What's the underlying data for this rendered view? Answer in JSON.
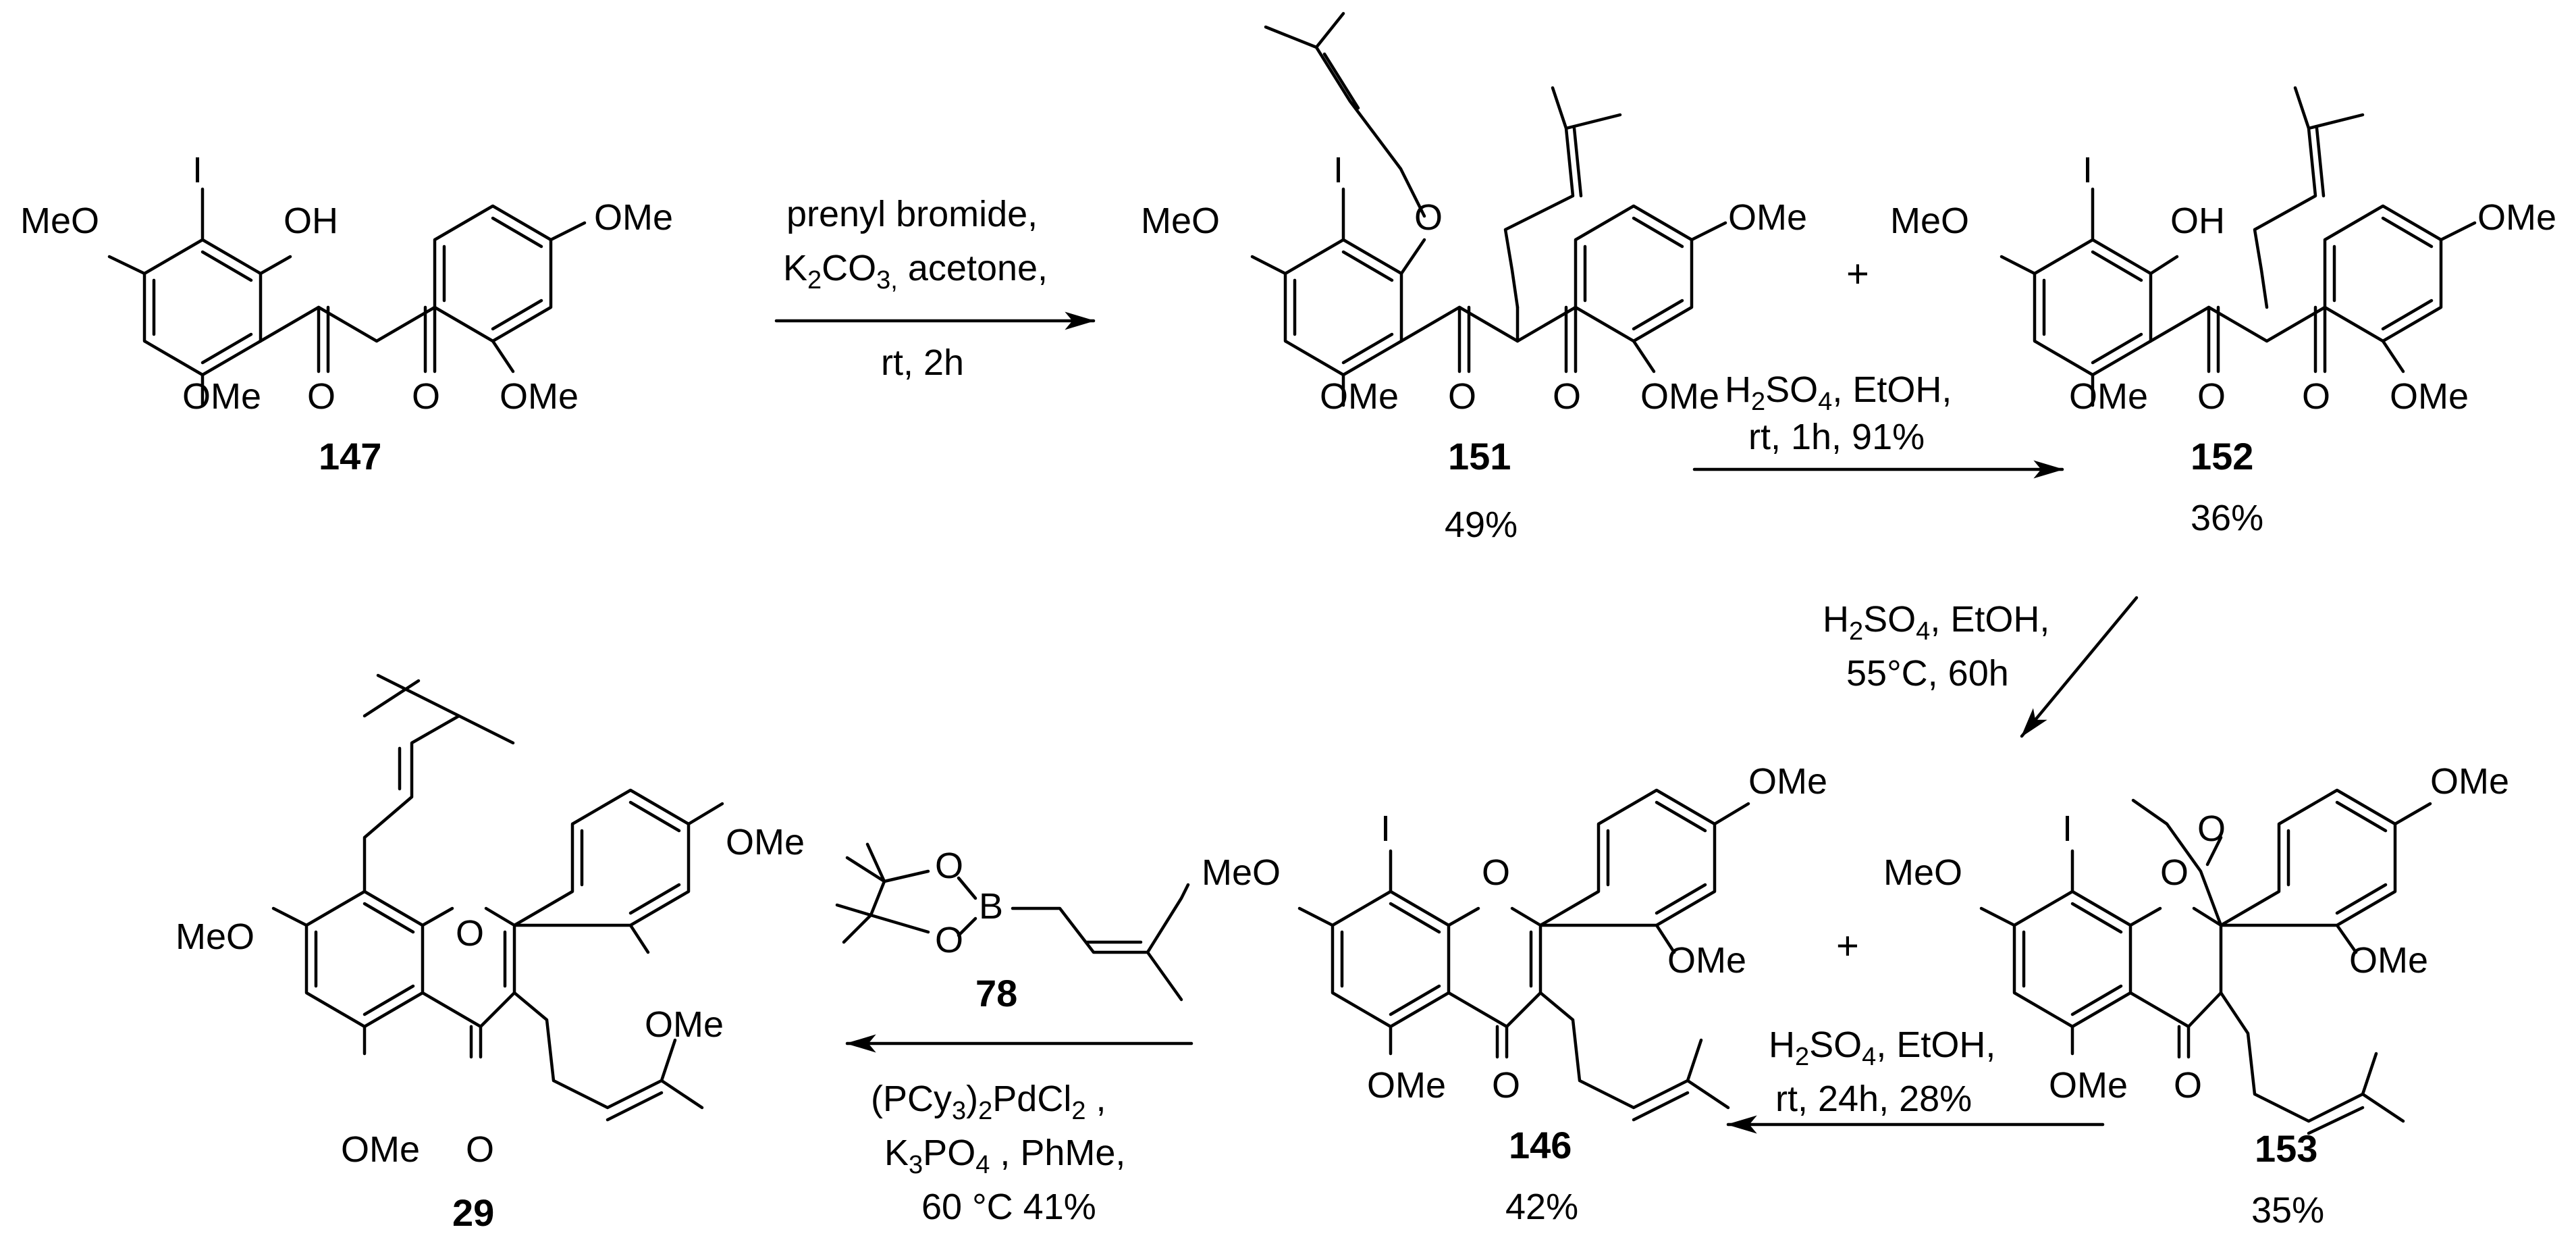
{
  "compounds": [
    {
      "id": "147",
      "yield": ""
    },
    {
      "id": "151",
      "yield": "49%"
    },
    {
      "id": "152",
      "yield": "36%"
    },
    {
      "id": "153",
      "yield": "35%"
    },
    {
      "id": "146",
      "yield": "42%"
    },
    {
      "id": "78",
      "yield": ""
    },
    {
      "id": "29",
      "yield": ""
    }
  ],
  "atoms": {
    "meo": "MeO",
    "ome": "OMe",
    "oh": "OH",
    "o": "O",
    "i": "I",
    "b": "B"
  },
  "plus": "+",
  "conditions": {
    "step1": {
      "line1": "prenyl bromide,",
      "line2_a": "K",
      "line2_sub1": "2",
      "line2_b": "CO",
      "line2_sub2": "3,",
      "line2_c": " acetone,",
      "line3": "rt, 2h"
    },
    "step2": {
      "line1_a": "H",
      "line1_sub1": "2",
      "line1_b": "SO",
      "line1_sub2": "4",
      "line1_c": ", EtOH,",
      "line2": "rt, 1h, 91%"
    },
    "step3": {
      "line1_a": "H",
      "line1_sub1": "2",
      "line1_b": "SO",
      "line1_sub2": "4",
      "line1_c": ", EtOH,",
      "line2": "55°C, 60h"
    },
    "step4": {
      "line1_a": "H",
      "line1_sub1": "2",
      "line1_b": "SO",
      "line1_sub2": "4",
      "line1_c": ", EtOH,",
      "line2": "rt, 24h, 28%"
    },
    "step5": {
      "line1_a": "(PCy",
      "line1_sub1": "3",
      "line1_b": ")",
      "line1_sub2": "2",
      "line1_c": "PdCl",
      "line1_sub3": "2",
      "line1_d": " ,",
      "line2_a": "K",
      "line2_sub1": "3",
      "line2_b": "PO",
      "line2_sub2": "4",
      "line2_c": " , PhMe,",
      "line3": "60 °C  41%"
    }
  }
}
